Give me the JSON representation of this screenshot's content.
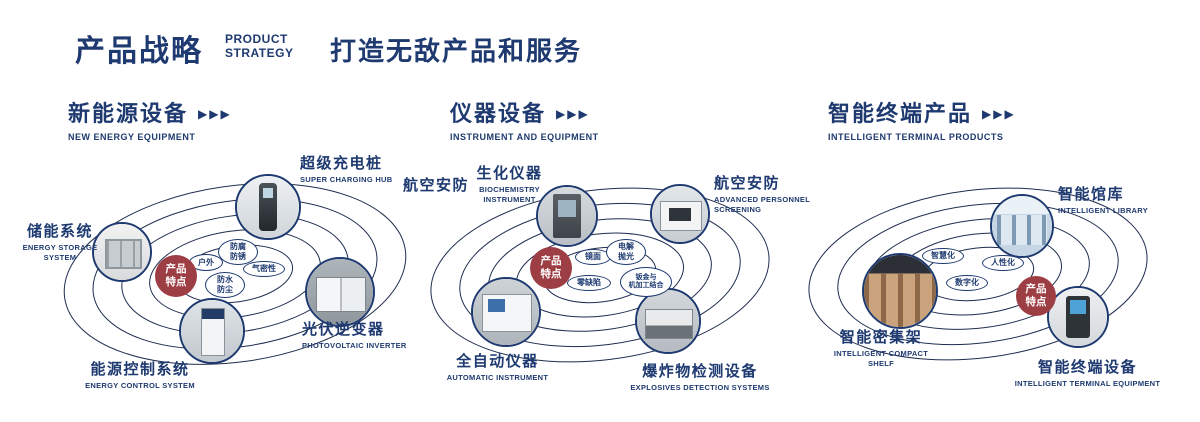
{
  "header": {
    "title": "产品战略",
    "title_en_line1": "PRODUCT",
    "title_en_line2": "STRATEGY",
    "tagline": "打造无敌产品和服务"
  },
  "icons": {
    "arrows": "▶▶▶"
  },
  "colors": {
    "navy": "#1e3a70",
    "red": "#9d3e44"
  },
  "sections": [
    {
      "title": "新能源设备",
      "subtitle": "NEW ENERGY EQUIPMENT",
      "feature_label": "产品\n特点",
      "features": [
        "户外",
        "防腐\n防锈",
        "气密性",
        "防水\n防尘"
      ],
      "products": [
        {
          "name": "储能系统",
          "en": "ENERGY STORAGE SYSTEM"
        },
        {
          "name": "超级充电桩",
          "en": "SUPER CHARGING HUB"
        },
        {
          "name": "光伏逆变器",
          "en": "PHOTOVOLTAIC INVERTER"
        },
        {
          "name": "能源控制系统",
          "en": "ENERGY CONTROL SYSTEM"
        }
      ]
    },
    {
      "title": "仪器设备",
      "subtitle": "INSTRUMENT AND EQUIPMENT",
      "side_label": "航空安防",
      "feature_label": "产品\n特点",
      "features": [
        "镜面",
        "电解\n抛光",
        "零缺陷",
        "钣金与\n机加工结合"
      ],
      "products": [
        {
          "name": "生化仪器",
          "en": "BIOCHEMISTRY INSTRUMENT"
        },
        {
          "name": "航空安防",
          "en": "ADVANCED PERSONNEL SCREENING"
        },
        {
          "name": "全自动仪器",
          "en": "AUTOMATIC INSTRUMENT"
        },
        {
          "name": "爆炸物检测设备",
          "en": "EXPLOSIVES DETECTION SYSTEMS"
        }
      ]
    },
    {
      "title": "智能终端产品",
      "subtitle": "INTELLIGENT TERMINAL PRODUCTS",
      "feature_label": "产品\n特点",
      "features": [
        "智慧化",
        "人性化",
        "数字化"
      ],
      "products": [
        {
          "name": "智能馆库",
          "en": "INTELLIGENT LIBRARY"
        },
        {
          "name": "智能密集架",
          "en": "INTELLIGENT COMPACT SHELF"
        },
        {
          "name": "智能终端设备",
          "en": "INTELLIGENT TERMINAL EQUIPMENT"
        }
      ]
    }
  ]
}
